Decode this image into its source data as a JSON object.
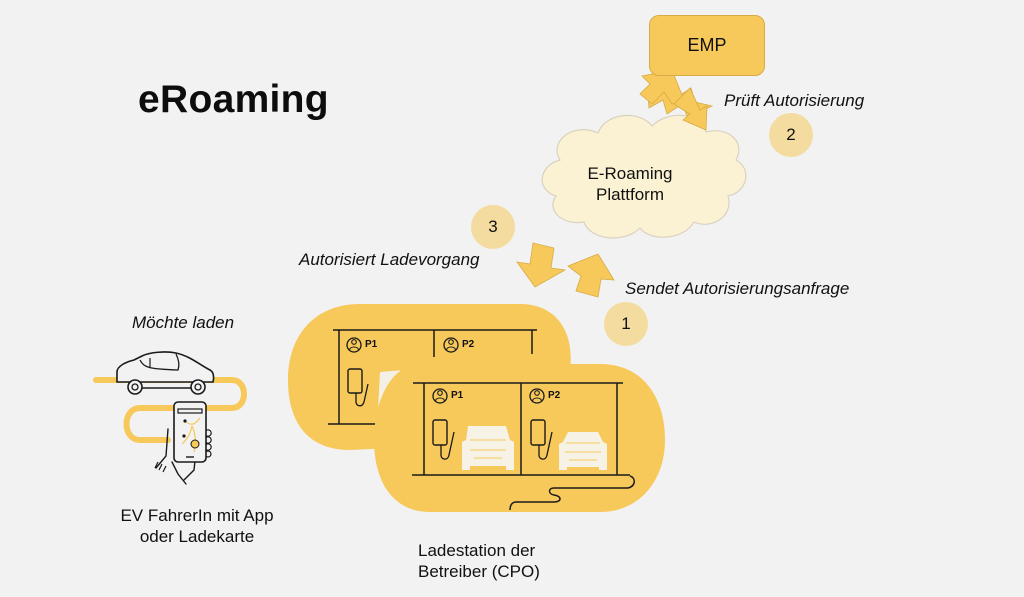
{
  "title": "eRoaming",
  "colors": {
    "background": "#f2f2f2",
    "accent_yellow": "#f6c95a",
    "cloud_fill": "#fbf1d3",
    "step_circle": "#f4dca1",
    "line": "#1a1a1a"
  },
  "nodes": {
    "emp": {
      "label": "EMP"
    },
    "platform": {
      "label_line1": "E-Roaming",
      "label_line2": "Plattform",
      "shape": "cloud"
    },
    "driver": {
      "caption_line1": "EV FahrerIn mit App",
      "caption_line2": "oder Ladekarte",
      "annotation": "Möchte laden",
      "icons": [
        "car-icon",
        "smartphone-map-icon",
        "hand-icon",
        "road-icon"
      ]
    },
    "cpo": {
      "caption_line1": "Ladestation der",
      "caption_line2": "Betreiber (CPO)",
      "stations": [
        {
          "name": "back-station",
          "bays": [
            {
              "label": "P1"
            },
            {
              "label": "P2"
            }
          ]
        },
        {
          "name": "front-station",
          "bays": [
            {
              "label": "P1"
            },
            {
              "label": "P2"
            }
          ]
        }
      ],
      "icons": [
        "person-icon",
        "charger-icon",
        "car-icon"
      ]
    }
  },
  "steps": [
    {
      "number": "1",
      "label": "Sendet Autorisierungsanfrage",
      "from": "cpo",
      "to": "platform"
    },
    {
      "number": "2",
      "label": "Prüft Autorisierung",
      "from": "platform",
      "to": "emp"
    },
    {
      "number": "3",
      "label": "Autorisiert Ladevorgang",
      "from": "platform",
      "to": "cpo"
    }
  ]
}
